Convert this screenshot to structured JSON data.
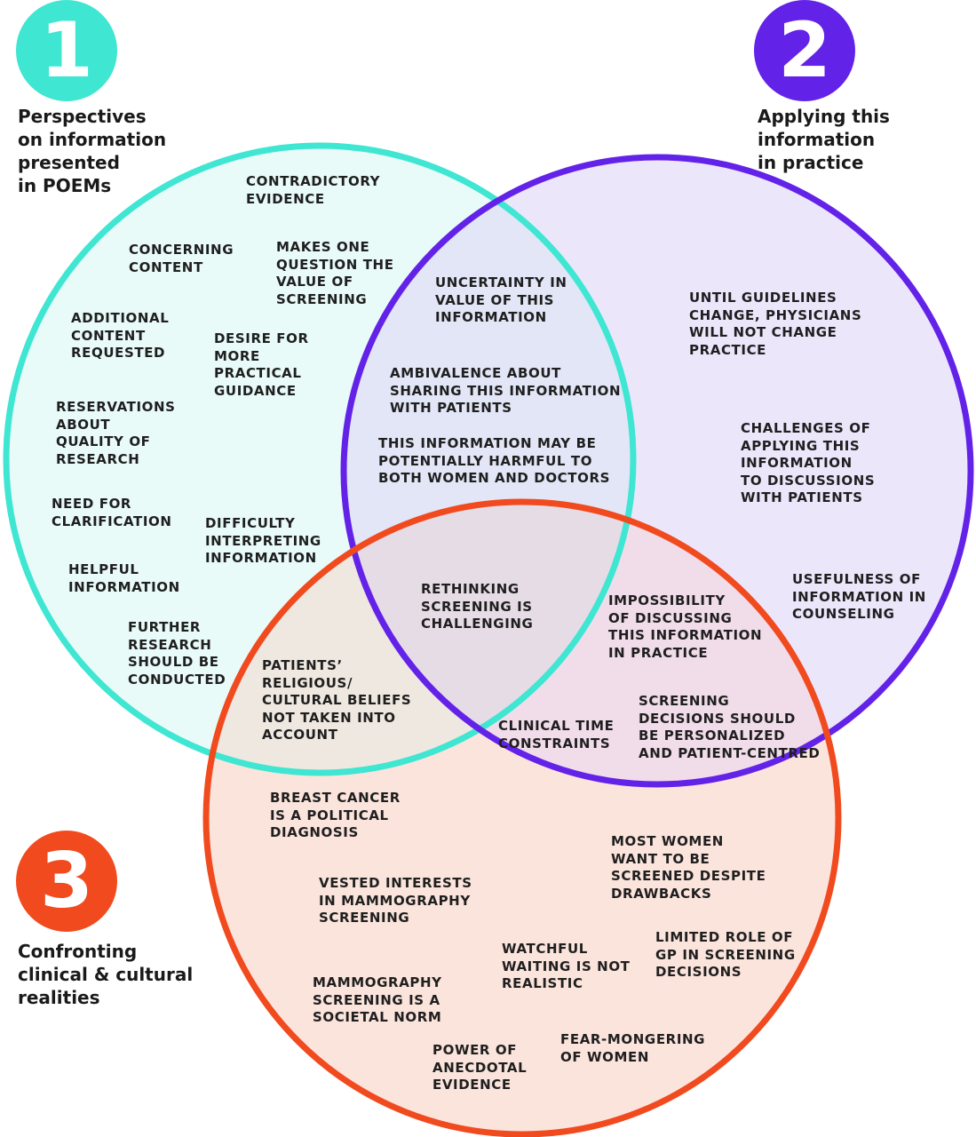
{
  "colors": {
    "circle_1": "#3fe6d2",
    "circle_2": "#6322e8",
    "circle_3": "#f14a1e",
    "fill_1": "#e8fbf8",
    "fill_2": "#ece6fb",
    "fill_3": "#fbe4dc"
  },
  "sections": [
    {
      "number": "1",
      "heading": "Perspectives\non information\npresented\nin POEMs"
    },
    {
      "number": "2",
      "heading": "Applying this\ninformation\nin practice"
    },
    {
      "number": "3",
      "heading": "Confronting\nclinical & cultural\nrealities"
    }
  ],
  "labels": {
    "contradictory_evidence": "CONTRADICTORY\nEVIDENCE",
    "concerning_content": "CONCERNING\nCONTENT",
    "makes_one_question": "MAKES ONE\nQUESTION THE\nVALUE OF\nSCREENING",
    "additional_content": "ADDITIONAL\nCONTENT\nREQUESTED",
    "desire_guidance": "DESIRE FOR\nMORE\nPRACTICAL\nGUIDANCE",
    "reservations_quality": "RESERVATIONS\nABOUT\nQUALITY OF\nRESEARCH",
    "need_clarification": "NEED FOR\nCLARIFICATION",
    "difficulty_interpreting": "DIFFICULTY\nINTERPRETING\nINFORMATION",
    "helpful_information": "HELPFUL\nINFORMATION",
    "further_research": "FURTHER\nRESEARCH\nSHOULD BE\nCONDUCTED",
    "uncertainty_value": "UNCERTAINTY IN\nVALUE OF THIS\nINFORMATION",
    "ambivalence_sharing": "AMBIVALENCE ABOUT\nSHARING THIS INFORMATION\nWITH PATIENTS",
    "potentially_harmful": "THIS INFORMATION MAY BE\nPOTENTIALLY HARMFUL TO\nBOTH WOMEN AND DOCTORS",
    "until_guidelines": "UNTIL GUIDELINES\nCHANGE, PHYSICIANS\nWILL NOT CHANGE\nPRACTICE",
    "challenges_applying": "CHALLENGES OF\nAPPLYING THIS\nINFORMATION\nTO DISCUSSIONS\nWITH PATIENTS",
    "usefulness_counseling": "USEFULNESS OF\nINFORMATION IN\nCOUNSELING",
    "rethinking_screening": "RETHINKING\nSCREENING IS\nCHALLENGING",
    "impossibility_discussing": "IMPOSSIBILITY\nOF DISCUSSING\nTHIS INFORMATION\nIN PRACTICE",
    "patients_beliefs": "PATIENTS’\nRELIGIOUS/\nCULTURAL BELIEFS\nNOT TAKEN INTO\nACCOUNT",
    "clinical_time": "CLINICAL TIME\nCONSTRAINTS",
    "personalized_decisions": "SCREENING\nDECISIONS SHOULD\nBE PERSONALIZED\nAND PATIENT-CENTRED",
    "political_diagnosis": "BREAST CANCER\nIS A POLITICAL\nDIAGNOSIS",
    "most_women": "MOST WOMEN\nWANT TO BE\nSCREENED DESPITE\nDRAWBACKS",
    "vested_interests": "VESTED INTERESTS\nIN MAMMOGRAPHY\nSCREENING",
    "watchful_waiting": "WATCHFUL\nWAITING IS NOT\nREALISTIC",
    "limited_role_gp": "LIMITED ROLE OF\nGP IN SCREENING\nDECISIONS",
    "societal_norm": "MAMMOGRAPHY\nSCREENING IS A\nSOCIETAL NORM",
    "anecdotal_evidence": "POWER OF\nANECDOTAL\nEVIDENCE",
    "fear_mongering": "FEAR-MONGERING\nOF WOMEN"
  }
}
